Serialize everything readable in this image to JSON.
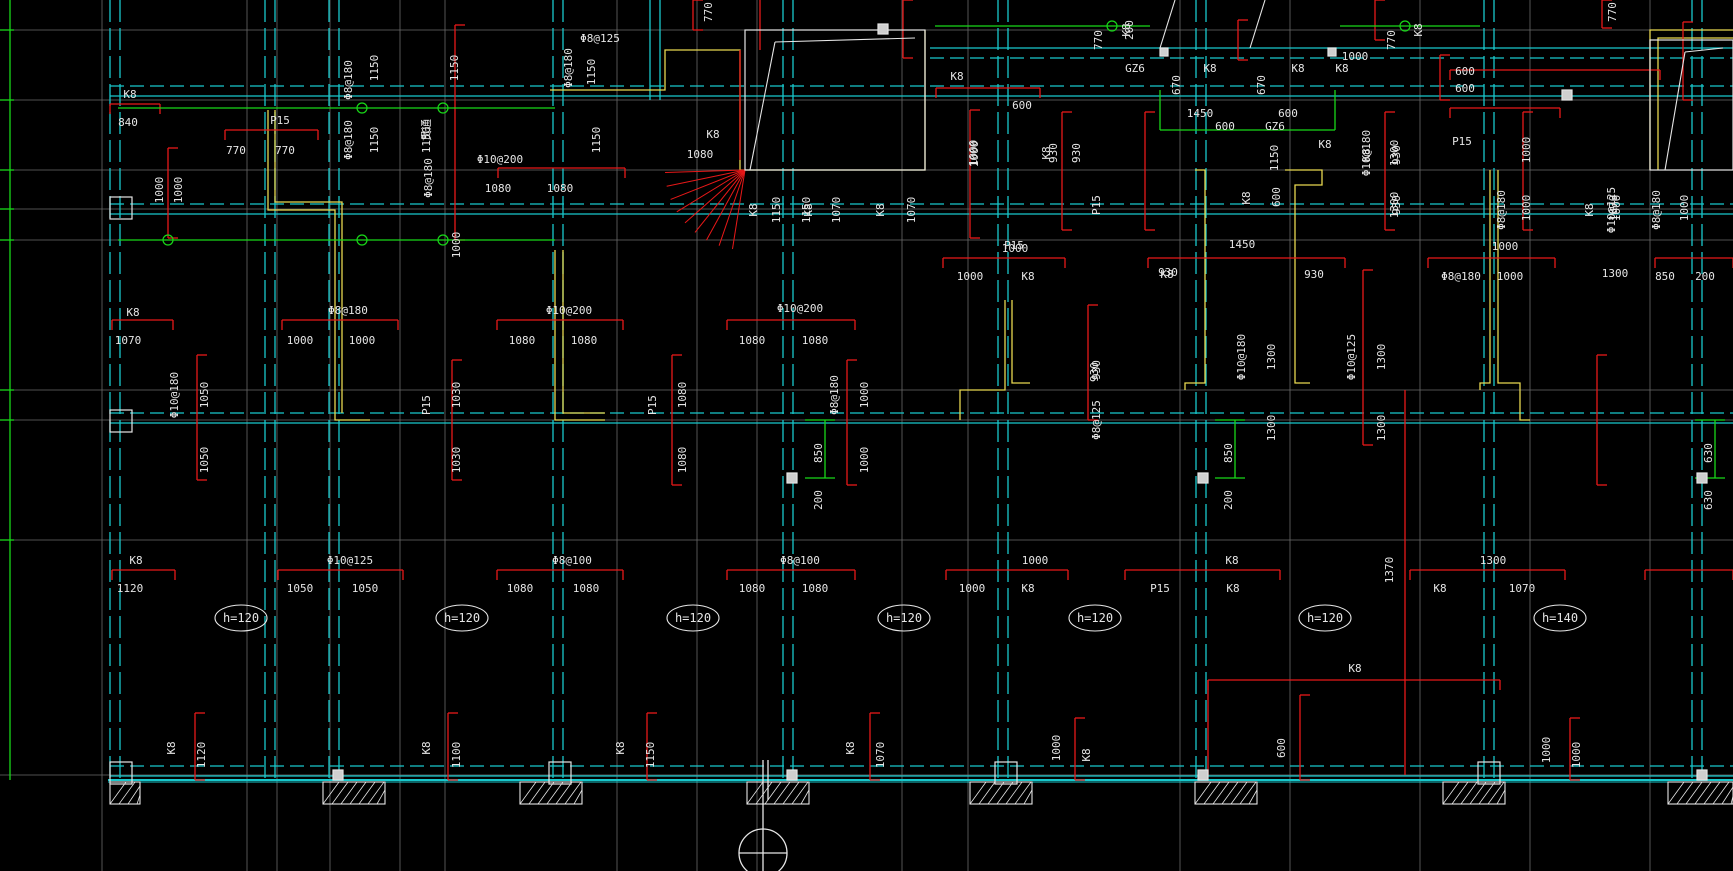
{
  "colors": {
    "background": "#000000",
    "axis_line": "#6b6b6b",
    "wall_cyan": "#18c8cc",
    "rebar_red": "#e81818",
    "wall_yellow": "#e8d850",
    "dim_green": "#18d818",
    "white": "#e6e6e6",
    "text": "#e6e6e6"
  },
  "labels": {
    "slab_thickness": [
      "h=120",
      "h=120",
      "h=120",
      "h=120",
      "h=120",
      "h=120",
      "h=140",
      "h=120"
    ],
    "rebar_specs": [
      "K8",
      "840",
      "P15",
      "770",
      "770",
      "1000",
      "1000",
      "K8",
      "1070",
      "Φ8@180",
      "1150",
      "1150",
      "Φ8@180",
      "1150",
      "1150",
      "贯通",
      "Φ8@180",
      "1000",
      "Φ8@125",
      "Φ8@180",
      "1150",
      "1150",
      "Φ10@200",
      "1080",
      "1080",
      "K8",
      "1080",
      "1150",
      "K8",
      "1150",
      "K8",
      "1070",
      "K8",
      "1070",
      "Φ8@180",
      "1000",
      "1000",
      "Φ10@200",
      "1080",
      "1080",
      "Φ10@200",
      "1080",
      "1080",
      "Φ10@180",
      "1050",
      "1050",
      "P15",
      "1030",
      "1030",
      "P15",
      "1080",
      "1080",
      "Φ8@180",
      "1000",
      "1000",
      "K8",
      "1120",
      "Φ10@125",
      "1050",
      "1050",
      "Φ8@100",
      "1080",
      "1080",
      "Φ8@100",
      "1080",
      "1080",
      "K8",
      "1120",
      "K8",
      "1100",
      "K8",
      "1150",
      "K8",
      "1070",
      "K8",
      "600",
      "P15",
      "1000",
      "1000",
      "K8",
      "930",
      "930",
      "P15",
      "1000",
      "1000",
      "K8",
      "930",
      "930",
      "Φ8@125",
      "1000",
      "1000",
      "K8",
      "1000",
      "K8",
      "1450",
      "1450",
      "600",
      "600",
      "GZ6",
      "GZ6",
      "K8",
      "670",
      "K8",
      "670",
      "K8",
      "770",
      "K8",
      "770",
      "K8",
      "1150",
      "600",
      "K8",
      "600",
      "K8",
      "930",
      "930",
      "K8",
      "930",
      "930",
      "Φ10@180",
      "1300",
      "1300",
      "Φ10@180",
      "1300",
      "1300",
      "Φ10@125",
      "1300",
      "1300",
      "K8",
      "P15",
      "K8",
      "1370",
      "K8",
      "600",
      "K8",
      "600",
      "1000",
      "P15",
      "1000",
      "1000",
      "Φ8@180",
      "1000",
      "Φ8@180",
      "1000",
      "K8",
      "1070",
      "Φ8@180",
      "1000",
      "1000",
      "Φ10@125",
      "1300",
      "1300",
      "K8",
      "1070",
      "1000",
      "1000",
      "850",
      "200",
      "850",
      "200",
      "850",
      "200",
      "630",
      "630",
      "770",
      "770",
      "200"
    ]
  }
}
